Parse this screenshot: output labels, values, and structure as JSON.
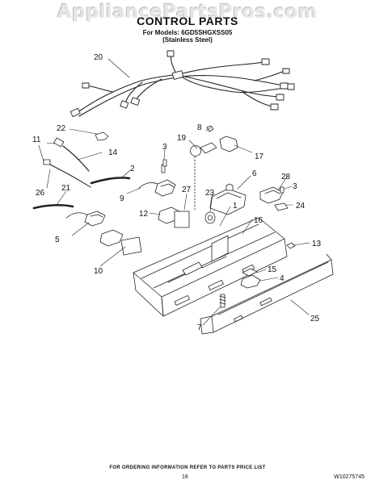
{
  "header": {
    "watermark": "AppliancePartsPros.com",
    "title": "CONTROL PARTS",
    "models_line": "For Models: 6GD5SHGXSS05",
    "variant_line": "(Stainless Steel)"
  },
  "callouts": {
    "c1": "1",
    "c2": "2",
    "c3a": "3",
    "c3b": "3",
    "c4": "4",
    "c5": "5",
    "c6": "6",
    "c7": "7",
    "c8": "8",
    "c9": "9",
    "c10": "10",
    "c11": "11",
    "c12": "12",
    "c13": "13",
    "c14": "14",
    "c15": "15",
    "c16": "16",
    "c17": "17",
    "c19": "19",
    "c20": "20",
    "c21": "21",
    "c22": "22",
    "c23": "23",
    "c24": "24",
    "c25": "25",
    "c26": "26",
    "c27": "27",
    "c28": "28"
  },
  "footer": {
    "ordering_note": "FOR ORDERING INFORMATION REFER TO PARTS PRICE LIST",
    "page_number": "18",
    "document_number": "W10275745"
  }
}
